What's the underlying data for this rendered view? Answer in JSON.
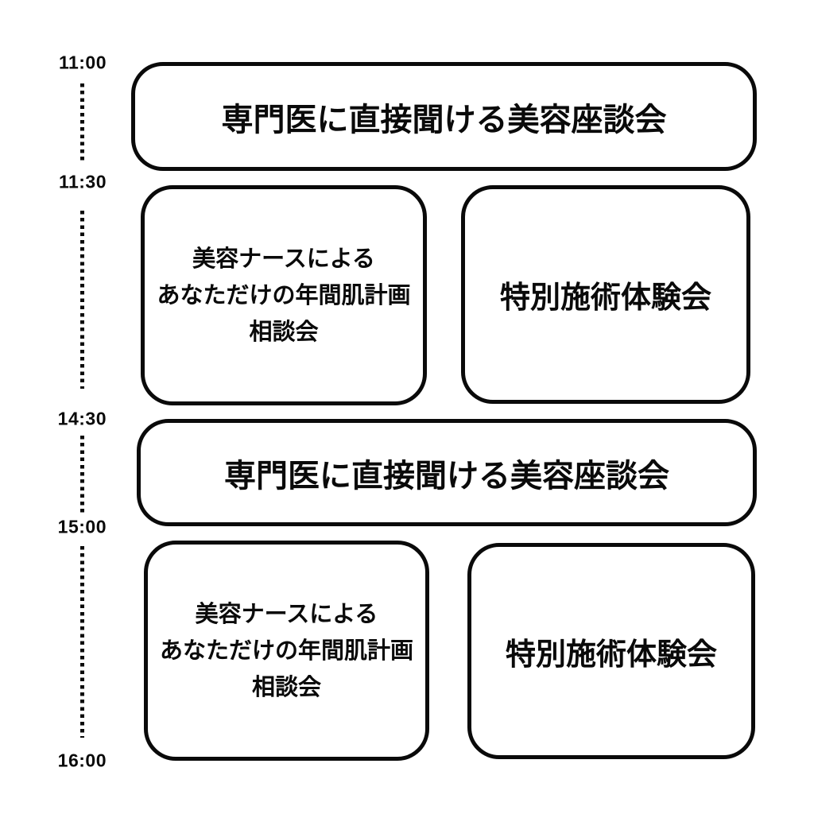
{
  "colors": {
    "background": "#ffffff",
    "ink": "#0a0a0a"
  },
  "timeline": {
    "labels": [
      "11:00",
      "11:30",
      "14:30",
      "15:00",
      "16:00"
    ]
  },
  "events": {
    "roundtable_morning": {
      "title": "専門医に直接聞ける美容座談会"
    },
    "nurse_consult_morning": {
      "lines": [
        "美容ナースによる",
        "あなただけの年間肌計画",
        "相談会"
      ]
    },
    "treatment_trial_morning": {
      "title": "特別施術体験会"
    },
    "roundtable_afternoon": {
      "title": "専門医に直接聞ける美容座談会"
    },
    "nurse_consult_afternoon": {
      "lines": [
        "美容ナースによる",
        "あなただけの年間肌計画",
        "相談会"
      ]
    },
    "treatment_trial_afternoon": {
      "title": "特別施術体験会"
    }
  }
}
